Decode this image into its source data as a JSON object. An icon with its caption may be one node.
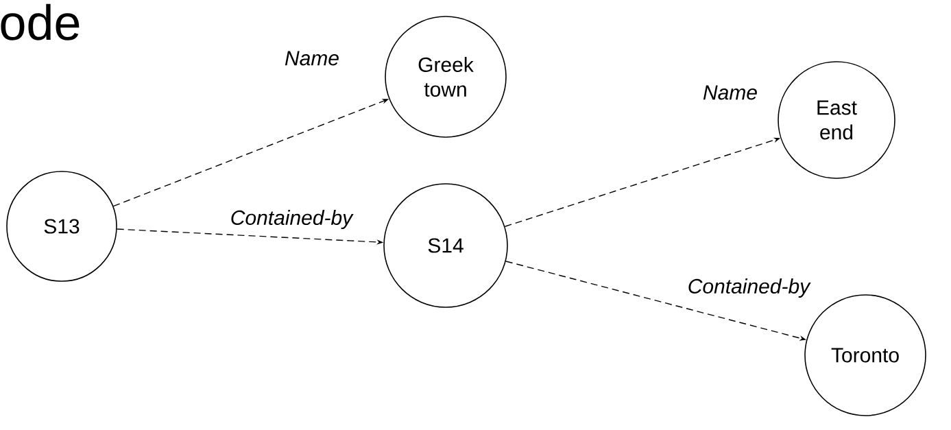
{
  "diagram": {
    "title": "ode",
    "nodes": [
      {
        "text": [
          "S13"
        ]
      },
      {
        "text": [
          "Greek town"
        ]
      },
      {
        "text": [
          "S14"
        ]
      },
      {
        "text": [
          "East end"
        ]
      },
      {
        "text": [
          "Toronto"
        ]
      }
    ],
    "edges": [
      {
        "from": 0,
        "to": 1,
        "arrow": "to",
        "label": "Name",
        "style": "dashed"
      },
      {
        "from": 0,
        "to": 2,
        "arrow": "to",
        "label": "Contained-by",
        "style": "dashed"
      },
      {
        "from": 2,
        "to": 3,
        "arrow": "to",
        "label": "Name",
        "style": "dashed"
      },
      {
        "from": 2,
        "to": 4,
        "arrow": "to",
        "label": "Contained-by",
        "style": "dashed"
      }
    ]
  }
}
